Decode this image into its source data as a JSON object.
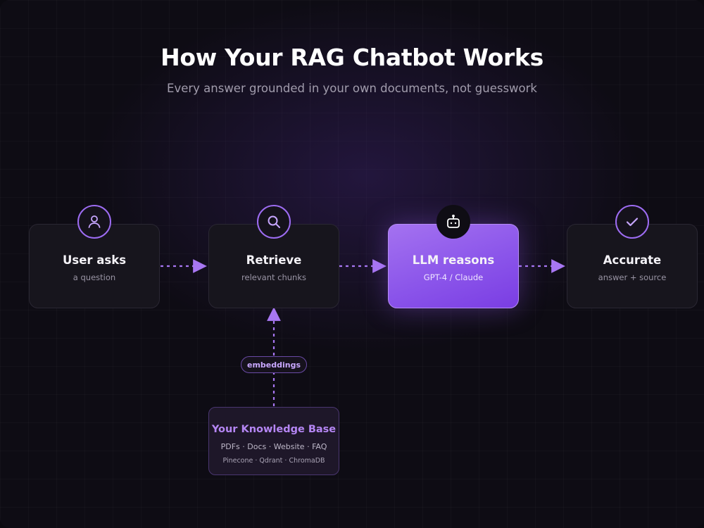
{
  "header": {
    "title": "How Your RAG Chatbot Works",
    "subtitle": "Every answer grounded in your own documents, not guesswork"
  },
  "steps": [
    {
      "title": "User asks",
      "subtitle": "a question",
      "icon": "user-icon"
    },
    {
      "title": "Retrieve",
      "subtitle": "relevant chunks",
      "icon": "search-icon"
    },
    {
      "title": "LLM reasons",
      "subtitle": "GPT-4 / Claude",
      "icon": "bot-icon"
    },
    {
      "title": "Accurate",
      "subtitle": "answer + source",
      "icon": "check-icon"
    }
  ],
  "connector_label": "embeddings",
  "knowledge_base": {
    "title": "Your Knowledge Base",
    "sources": "PDFs · Docs · Website · FAQ",
    "stores": "Pinecone · Qdrant · ChromaDB"
  },
  "colors": {
    "accent": "#9d6cf2",
    "highlight": "#8b55ea",
    "background": "#0e0c14"
  }
}
